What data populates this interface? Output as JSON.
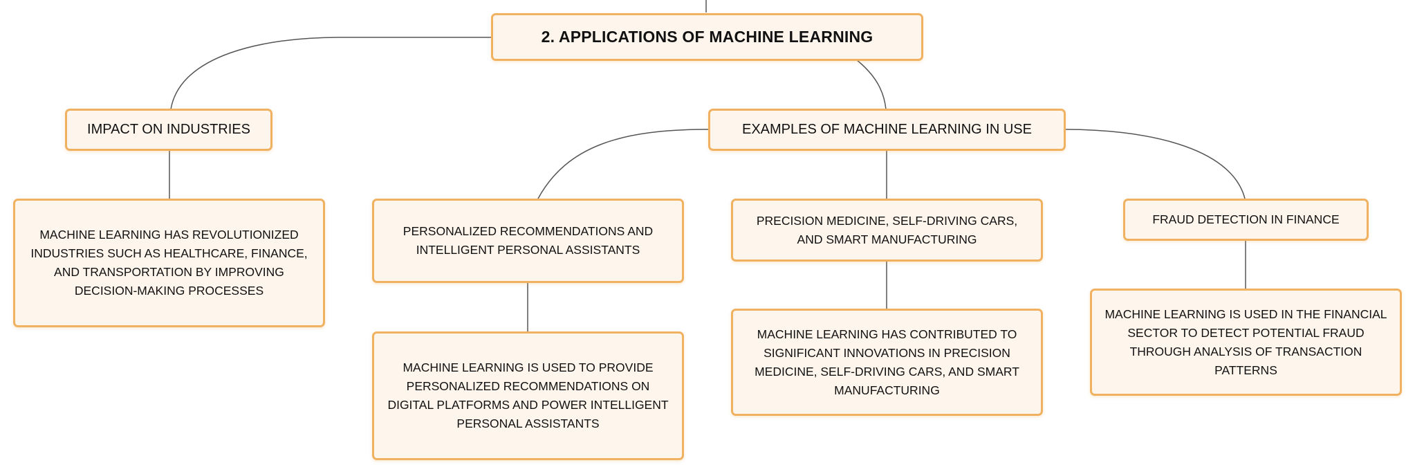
{
  "root": {
    "label": "2. APPLICATIONS OF MACHINE LEARNING"
  },
  "impact": {
    "label": "IMPACT ON INDUSTRIES",
    "detail": "MACHINE LEARNING HAS REVOLUTIONIZED INDUSTRIES SUCH AS HEALTHCARE, FINANCE, AND TRANSPORTATION BY IMPROVING DECISION-MAKING PROCESSES"
  },
  "examples": {
    "label": "EXAMPLES OF MACHINE LEARNING IN USE",
    "items": [
      {
        "label": "PERSONALIZED RECOMMENDATIONS AND INTELLIGENT PERSONAL ASSISTANTS",
        "detail": "MACHINE LEARNING IS USED TO PROVIDE PERSONALIZED RECOMMENDATIONS ON DIGITAL PLATFORMS AND POWER INTELLIGENT PERSONAL ASSISTANTS"
      },
      {
        "label": "PRECISION MEDICINE, SELF-DRIVING CARS, AND SMART MANUFACTURING",
        "detail": "MACHINE LEARNING HAS CONTRIBUTED TO SIGNIFICANT INNOVATIONS IN PRECISION MEDICINE, SELF-DRIVING CARS, AND SMART MANUFACTURING"
      },
      {
        "label": "FRAUD DETECTION IN FINANCE",
        "detail": "MACHINE LEARNING IS USED IN THE FINANCIAL SECTOR TO DETECT POTENTIAL FRAUD THROUGH ANALYSIS OF TRANSACTION PATTERNS"
      }
    ]
  },
  "colors": {
    "node_fill": "#fef5ec",
    "node_border": "#f0b160",
    "connector": "#555555",
    "text": "#111111"
  }
}
